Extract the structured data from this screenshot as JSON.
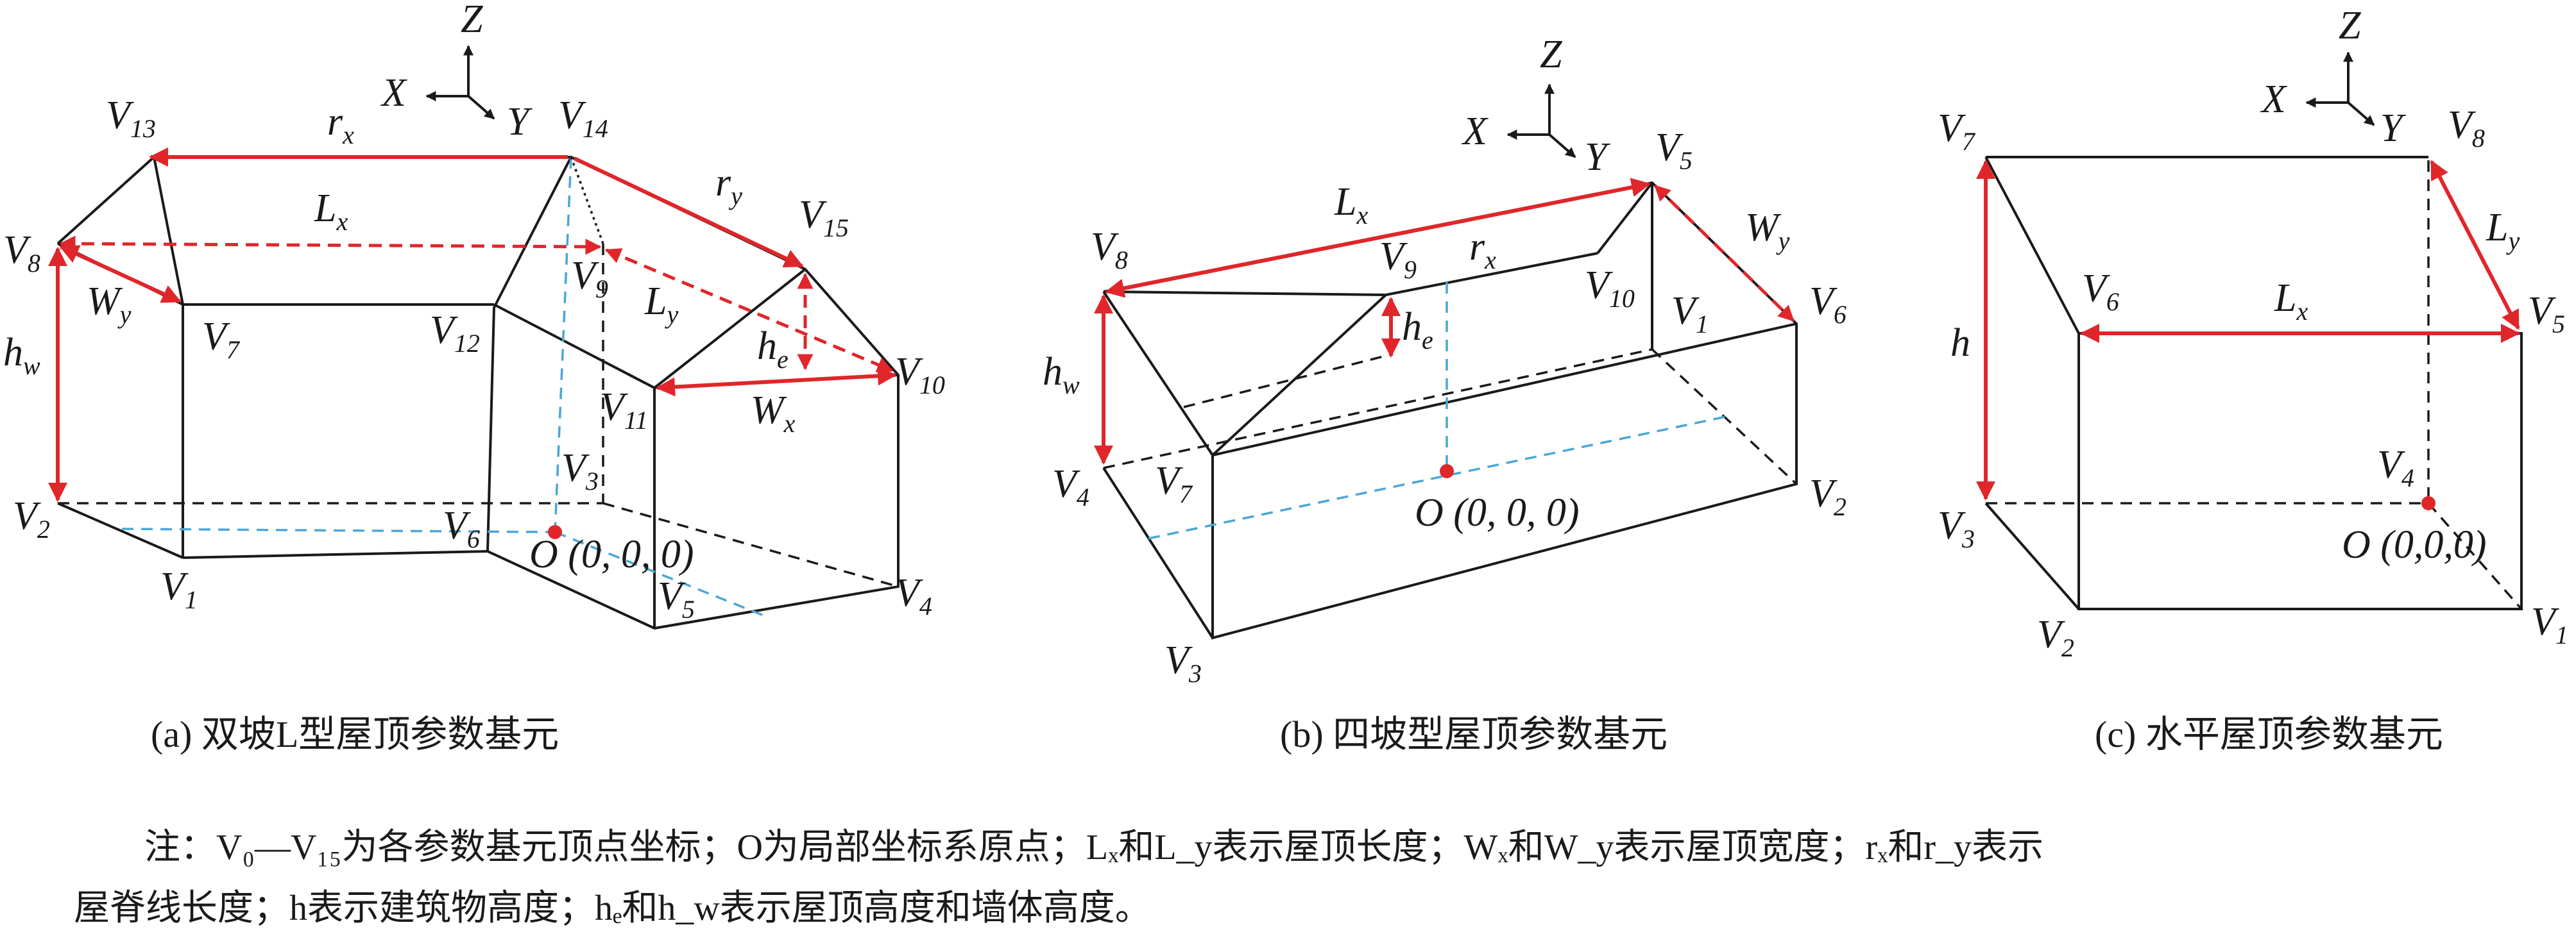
{
  "panel_a": {
    "vertices": [
      "V",
      "1",
      "V",
      "2",
      "V",
      "3",
      "V",
      "4",
      "V",
      "5",
      "V",
      "6",
      "V",
      "7",
      "V",
      "8",
      "V",
      "9",
      "V",
      "10",
      "V",
      "11",
      "V",
      "12",
      "V",
      "13",
      "V",
      "14",
      "V",
      "15"
    ],
    "v1": "V",
    "v1s": "1",
    "v2": "V",
    "v2s": "2",
    "v3": "V",
    "v3s": "3",
    "v4": "V",
    "v4s": "4",
    "v5": "V",
    "v5s": "5",
    "v6": "V",
    "v6s": "6",
    "v7": "V",
    "v7s": "7",
    "v8": "V",
    "v8s": "8",
    "v9": "V",
    "v9s": "9",
    "v10": "V",
    "v10s": "10",
    "v11": "V",
    "v11s": "11",
    "v12": "V",
    "v12s": "12",
    "v13": "V",
    "v13s": "13",
    "v14": "V",
    "v14s": "14",
    "v15": "V",
    "v15s": "15",
    "rx": "r",
    "rxs": "x",
    "ry": "r",
    "rys": "y",
    "Lx": "L",
    "Lxs": "x",
    "Ly": "L",
    "Lys": "y",
    "Wx": "W",
    "Wxs": "x",
    "Wy": "W",
    "Wys": "y",
    "hw": "h",
    "hws": "w",
    "he": "h",
    "hes": "e",
    "origin": "O (0, 0, 0)",
    "axis_x": "X",
    "axis_y": "Y",
    "axis_z": "Z",
    "caption": "(a)  双坡L型屋顶参数基元"
  },
  "panel_b": {
    "v1": "V",
    "v1s": "1",
    "v2": "V",
    "v2s": "2",
    "v3": "V",
    "v3s": "3",
    "v4": "V",
    "v4s": "4",
    "v5": "V",
    "v5s": "5",
    "v6": "V",
    "v6s": "6",
    "v7": "V",
    "v7s": "7",
    "v8": "V",
    "v8s": "8",
    "v9": "V",
    "v9s": "9",
    "v10": "V",
    "v10s": "10",
    "Lx": "L",
    "Lxs": "x",
    "rx": "r",
    "rxs": "x",
    "Wy": "W",
    "Wys": "y",
    "hw": "h",
    "hws": "w",
    "he": "h",
    "hes": "e",
    "origin": "O (0, 0, 0)",
    "axis_x": "X",
    "axis_y": "Y",
    "axis_z": "Z",
    "caption": "(b) 四坡型屋顶参数基元"
  },
  "panel_c": {
    "v1": "V",
    "v1s": "1",
    "v2": "V",
    "v2s": "2",
    "v3": "V",
    "v3s": "3",
    "v4": "V",
    "v4s": "4",
    "v5": "V",
    "v5s": "5",
    "v6": "V",
    "v6s": "6",
    "v7": "V",
    "v7s": "7",
    "v8": "V",
    "v8s": "8",
    "Lx": "L",
    "Lxs": "x",
    "Ly": "L",
    "Lys": "y",
    "h": "h",
    "origin": "O (0,0,0)",
    "axis_x": "X",
    "axis_y": "Y",
    "axis_z": "Z",
    "caption": "(c) 水平屋顶参数基元"
  },
  "note": {
    "line1": "注：V₀—V₁₅为各参数基元顶点坐标；O为局部坐标系原点；Lₓ和L_y表示屋顶长度；Wₓ和W_y表示屋顶宽度；rₓ和r_y表示",
    "line2": "屋脊线长度；h表示建筑物高度；hₑ和h_w表示屋顶高度和墙体高度。"
  },
  "colors": {
    "dimension": "#e0262a",
    "hidden_blue": "#4aa6d8",
    "line": "#1a1a1a",
    "origin_dot": "#e0262a"
  }
}
